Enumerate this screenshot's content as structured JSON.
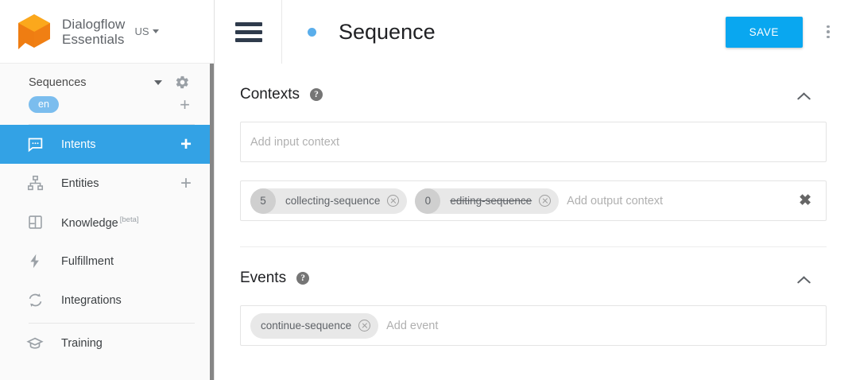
{
  "sidebar": {
    "brand": {
      "line1": "Dialogflow",
      "line2": "Essentials",
      "logo_icon": "dialogflow-cube-logo"
    },
    "region": {
      "label": "US",
      "icon": "chevron-down-icon"
    },
    "agent": {
      "name": "Sequences",
      "caret_icon": "chevron-down-icon",
      "settings_icon": "gear-icon"
    },
    "language": {
      "pill": "en",
      "add_icon": "plus-icon"
    },
    "items": [
      {
        "label": "Intents",
        "icon": "intents-chat-icon",
        "active": true,
        "add": "+"
      },
      {
        "label": "Entities",
        "icon": "entities-hierarchy-icon",
        "active": false,
        "add": "+"
      },
      {
        "label": "Knowledge",
        "badge": "[beta]",
        "icon": "knowledge-book-icon",
        "active": false
      },
      {
        "label": "Fulfillment",
        "icon": "fulfillment-bolt-icon",
        "active": false
      },
      {
        "label": "Integrations",
        "icon": "integrations-refresh-icon",
        "active": false
      },
      {
        "label": "Training",
        "icon": "training-graduation-cap-icon",
        "active": false
      }
    ]
  },
  "topbar": {
    "menu_icon": "hamburger-menu-icon",
    "status_dot": "status-dot-icon",
    "title": "Sequence",
    "save_label": "SAVE",
    "more_icon": "kebab-menu-icon",
    "save_color": "#09a7f0"
  },
  "contexts": {
    "title": "Contexts",
    "help_icon": "help-icon",
    "collapse_icon": "chevron-up-icon",
    "input": {
      "placeholder": "Add input context",
      "value": ""
    },
    "output": {
      "placeholder": "Add output context",
      "clear_icon": "clear-all-icon",
      "chips": [
        {
          "badge": "5",
          "label": "collecting-sequence",
          "struck": false,
          "remove_icon": "remove-chip-icon"
        },
        {
          "badge": "0",
          "label": "editing-sequence",
          "struck": true,
          "remove_icon": "remove-chip-icon"
        }
      ]
    }
  },
  "events": {
    "title": "Events",
    "help_icon": "help-icon",
    "collapse_icon": "chevron-up-icon",
    "placeholder": "Add event",
    "chips": [
      {
        "label": "continue-sequence",
        "remove_icon": "remove-chip-icon"
      }
    ]
  }
}
